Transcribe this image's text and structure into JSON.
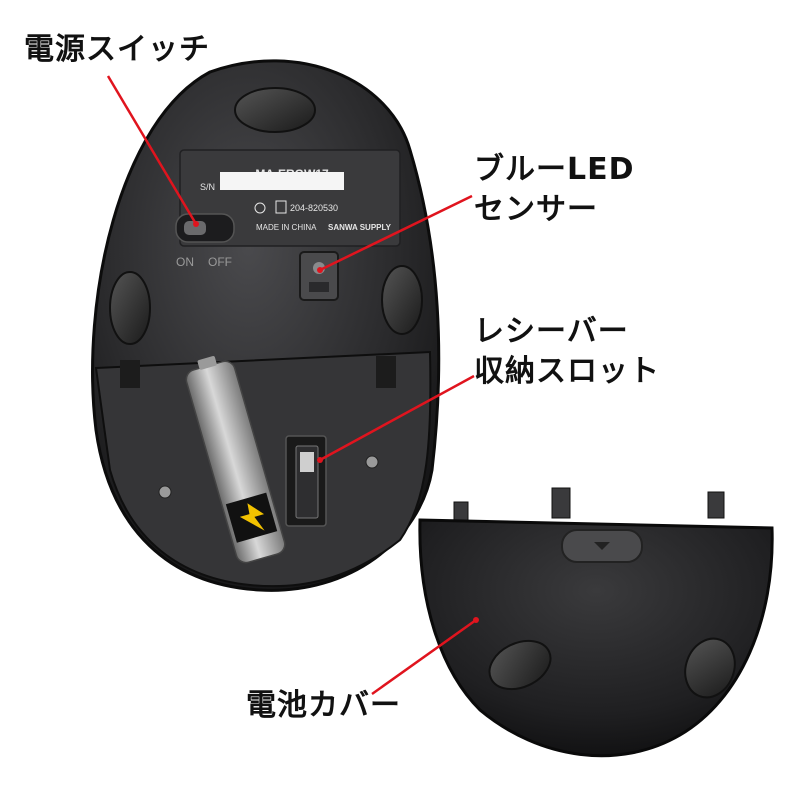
{
  "callouts": {
    "power_switch": "電源スイッチ",
    "sensor_line1": "ブルーLED",
    "sensor_line2": "センサー",
    "slot_line1": "レシーバー",
    "slot_line2": "収納スロット",
    "battery_cover": "電池カバー"
  },
  "label_plate": {
    "model": "MA-ERGW17",
    "sn_label": "S/N",
    "cert_number": "204-820530",
    "origin": "MADE IN CHINA",
    "brand": "SANWA SUPPLY"
  },
  "switch": {
    "on_label": "ON",
    "off_label": "OFF"
  },
  "colors": {
    "leader_line": "#e0141e",
    "mouse_body": "#2b2b2d",
    "label_plate": "#3a3a3c",
    "battery_cover": "#1f1f21"
  }
}
